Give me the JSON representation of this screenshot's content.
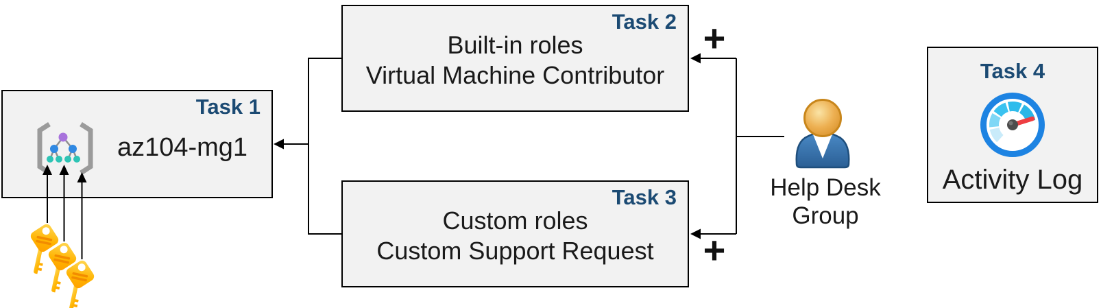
{
  "page": {
    "background": "#FFFFFF"
  },
  "tasks": {
    "task1": {
      "label": "Task 1",
      "title": "az104-mg1",
      "icon": "management-group-icon"
    },
    "task2": {
      "label": "Task 2",
      "line1": "Built-in roles",
      "line2": "Virtual Machine Contributor"
    },
    "task3": {
      "label": "Task 3",
      "line1": "Custom roles",
      "line2": "Custom Support Request"
    },
    "task4": {
      "label": "Task 4",
      "caption": "Activity Log",
      "icon": "activity-log-gauge-icon"
    }
  },
  "actor": {
    "line1": "Help Desk",
    "line2": "Group",
    "icon": "user-icon"
  },
  "annotations": {
    "plus_task2": "+",
    "plus_task3": "+",
    "keys_icon": "access-keys-icon"
  },
  "colors": {
    "task_label_blue": "#1B4A73",
    "box_fill": "#F2F2F2",
    "box_border": "#000000",
    "body_text": "#1A1A1A",
    "connector": "#000000",
    "key_gold": "#FFB300",
    "gauge_ring_blue": "#1D83E2",
    "gauge_needle_red": "#EE3E42",
    "person_body_blue": "#336B9E",
    "person_head_gold": "#E9A63F",
    "node_purple": "#A873DC",
    "node_blue": "#3089E3",
    "node_teal": "#2EC4B5",
    "brace_gray": "#9B9B9B"
  }
}
